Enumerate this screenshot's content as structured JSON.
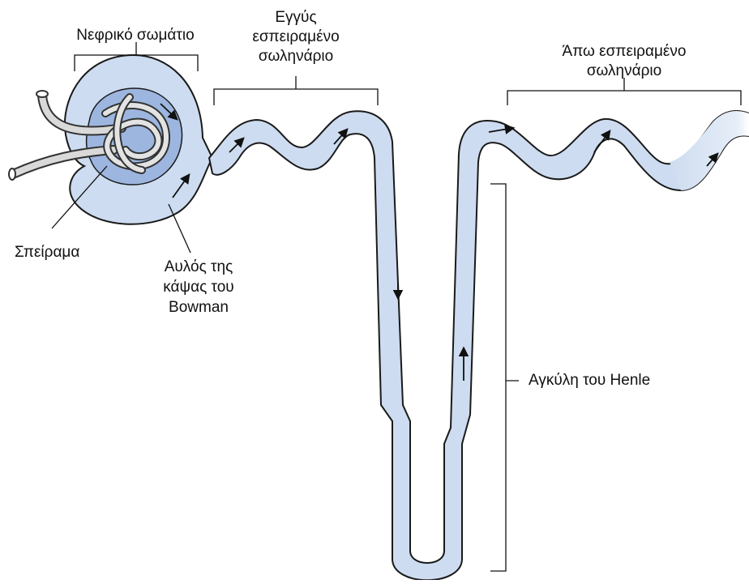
{
  "labels": {
    "renal_corpuscle": "Νεφρικό σωμάτιο",
    "proximal_tubule_line1": "Εγγύς",
    "proximal_tubule_line2": "εσπειραμένο",
    "proximal_tubule_line3": "σωληνάριο",
    "distal_tubule_line1": "Άπω εσπειραμένο",
    "distal_tubule_line2": "σωληνάριο",
    "glomerulus": "Σπείραμα",
    "bowman_line1": "Αυλός της",
    "bowman_line2": "κάψας του",
    "bowman_line3": "Bowman",
    "loop_of_henle": "Αγκύλη του Henle"
  },
  "colors": {
    "tubule_fill": "#cddcf0",
    "tubule_stroke": "#1a1a1a",
    "glomerulus_fill": "#9db6e0",
    "capillary_fill": "#d9d9d9",
    "capillary_stroke": "#333333",
    "ink": "#111111"
  }
}
